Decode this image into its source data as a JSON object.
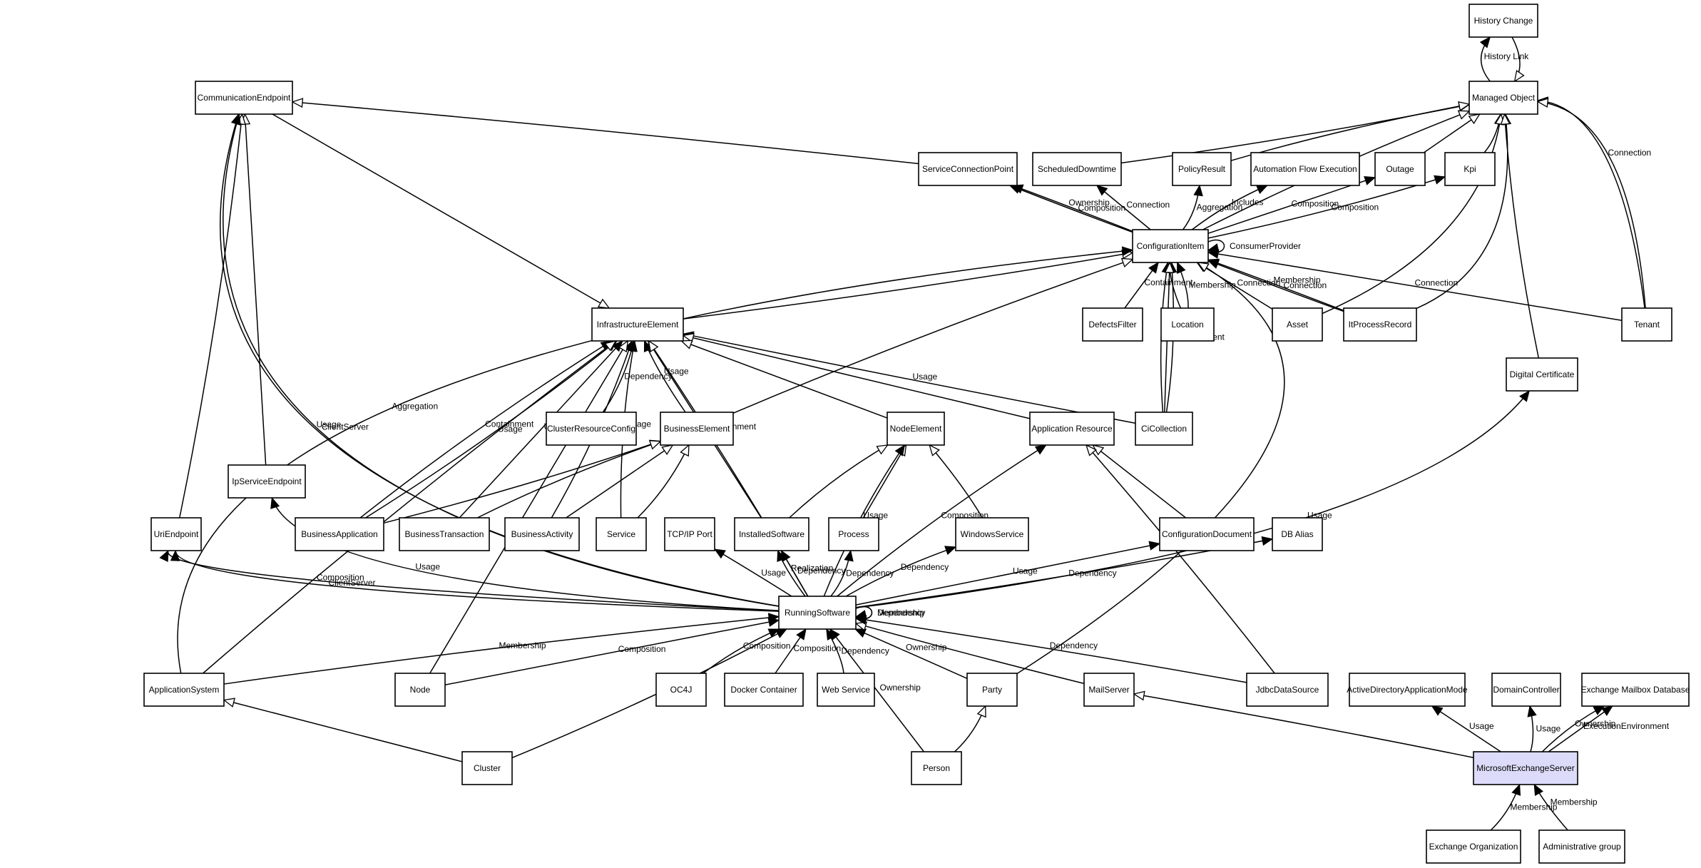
{
  "nodes": [
    {
      "id": "history_change",
      "label": "History Change"
    },
    {
      "id": "managed_object",
      "label": "Managed Object"
    },
    {
      "id": "communication_endpoint",
      "label": "CommunicationEndpoint"
    },
    {
      "id": "service_connection_point",
      "label": "ServiceConnectionPoint"
    },
    {
      "id": "scheduled_downtime",
      "label": "ScheduledDowntime"
    },
    {
      "id": "policy_result",
      "label": "PolicyResult"
    },
    {
      "id": "automation_flow_execution",
      "label": "Automation Flow Execution"
    },
    {
      "id": "outage",
      "label": "Outage"
    },
    {
      "id": "kpi",
      "label": "Kpi"
    },
    {
      "id": "configuration_item",
      "label": "ConfigurationItem"
    },
    {
      "id": "infrastructure_element",
      "label": "InfrastructureElement"
    },
    {
      "id": "defects_filter",
      "label": "DefectsFilter"
    },
    {
      "id": "location",
      "label": "Location"
    },
    {
      "id": "asset",
      "label": "Asset"
    },
    {
      "id": "it_process_record",
      "label": "ItProcessRecord"
    },
    {
      "id": "tenant",
      "label": "Tenant"
    },
    {
      "id": "digital_certificate",
      "label": "Digital Certificate"
    },
    {
      "id": "cluster_resource_config",
      "label": "ClusterResourceConfig"
    },
    {
      "id": "business_element",
      "label": "BusinessElement"
    },
    {
      "id": "node_element",
      "label": "NodeElement"
    },
    {
      "id": "application_resource",
      "label": "Application Resource"
    },
    {
      "id": "ci_collection",
      "label": "CiCollection"
    },
    {
      "id": "ip_service_endpoint",
      "label": "IpServiceEndpoint"
    },
    {
      "id": "uri_endpoint",
      "label": "UriEndpoint"
    },
    {
      "id": "business_application",
      "label": "BusinessApplication"
    },
    {
      "id": "business_transaction",
      "label": "BusinessTransaction"
    },
    {
      "id": "business_activity",
      "label": "BusinessActivity"
    },
    {
      "id": "service",
      "label": "Service"
    },
    {
      "id": "tcp_ip_port",
      "label": "TCP/IP Port"
    },
    {
      "id": "installed_software",
      "label": "InstalledSoftware"
    },
    {
      "id": "process",
      "label": "Process"
    },
    {
      "id": "windows_service",
      "label": "WindowsService"
    },
    {
      "id": "configuration_document",
      "label": "ConfigurationDocument"
    },
    {
      "id": "db_alias",
      "label": "DB Alias"
    },
    {
      "id": "running_software",
      "label": "RunningSoftware"
    },
    {
      "id": "application_system",
      "label": "ApplicationSystem"
    },
    {
      "id": "node",
      "label": "Node"
    },
    {
      "id": "oc4j",
      "label": "OC4J"
    },
    {
      "id": "docker_container",
      "label": "Docker Container"
    },
    {
      "id": "web_service",
      "label": "Web Service"
    },
    {
      "id": "party",
      "label": "Party"
    },
    {
      "id": "mail_server",
      "label": "MailServer"
    },
    {
      "id": "jdbc_data_source",
      "label": "JdbcDataSource"
    },
    {
      "id": "active_directory_application_mode",
      "label": "ActiveDirectoryApplicationMode"
    },
    {
      "id": "domain_controller",
      "label": "DomainController"
    },
    {
      "id": "exchange_mailbox_database",
      "label": "Exchange Mailbox Database"
    },
    {
      "id": "cluster",
      "label": "Cluster"
    },
    {
      "id": "person",
      "label": "Person"
    },
    {
      "id": "microsoft_exchange_server",
      "label": "MicrosoftExchangeServer"
    },
    {
      "id": "exchange_organization",
      "label": "Exchange Organization"
    },
    {
      "id": "administrative_group",
      "label": "Administrative group"
    }
  ],
  "edges": [
    {
      "from": "managed_object",
      "to": "history_change",
      "label": "History Link",
      "head": "fill"
    },
    {
      "from": "history_change",
      "to": "managed_object",
      "label": "",
      "head": "open"
    },
    {
      "from": "scheduled_downtime",
      "to": "managed_object",
      "label": "",
      "head": "open"
    },
    {
      "from": "policy_result",
      "to": "managed_object",
      "label": "",
      "head": "open"
    },
    {
      "from": "outage",
      "to": "managed_object",
      "label": "",
      "head": "open"
    },
    {
      "from": "kpi",
      "to": "managed_object",
      "label": "",
      "head": "open"
    },
    {
      "from": "configuration_item",
      "to": "managed_object",
      "label": "",
      "head": "open"
    },
    {
      "from": "asset",
      "to": "managed_object",
      "label": "",
      "head": "open"
    },
    {
      "from": "it_process_record",
      "to": "managed_object",
      "label": "",
      "head": "open"
    },
    {
      "from": "digital_certificate",
      "to": "managed_object",
      "label": "",
      "head": "open"
    },
    {
      "from": "tenant",
      "to": "managed_object",
      "label": "Connection",
      "head": "fill"
    },
    {
      "from": "tenant",
      "to": "managed_object",
      "label": "",
      "head": "open"
    },
    {
      "from": "service_connection_point",
      "to": "communication_endpoint",
      "label": "",
      "head": "open"
    },
    {
      "from": "communication_endpoint",
      "to": "infrastructure_element",
      "label": "",
      "head": "open"
    },
    {
      "from": "configuration_item",
      "to": "service_connection_point",
      "label": "Composition",
      "head": "fill"
    },
    {
      "from": "configuration_item",
      "to": "service_connection_point",
      "label": "Ownership",
      "head": "fill"
    },
    {
      "from": "configuration_item",
      "to": "scheduled_downtime",
      "label": "Connection",
      "head": "fill"
    },
    {
      "from": "configuration_item",
      "to": "policy_result",
      "label": "Aggregation",
      "head": "fill"
    },
    {
      "from": "configuration_item",
      "to": "automation_flow_execution",
      "label": "Includes",
      "head": "fill"
    },
    {
      "from": "configuration_item",
      "to": "outage",
      "label": "Composition",
      "head": "fill"
    },
    {
      "from": "configuration_item",
      "to": "kpi",
      "label": "Composition",
      "head": "fill"
    },
    {
      "from": "configuration_item",
      "to": "configuration_item",
      "label": "ConsumerProvider",
      "head": "fill"
    },
    {
      "from": "defects_filter",
      "to": "configuration_item",
      "label": "Containment",
      "head": "fill"
    },
    {
      "from": "location",
      "to": "configuration_item",
      "label": "Membership",
      "head": "fill"
    },
    {
      "from": "location",
      "to": "configuration_item",
      "label": "",
      "head": "open"
    },
    {
      "from": "asset",
      "to": "configuration_item",
      "label": "Connection",
      "head": "fill"
    },
    {
      "from": "it_process_record",
      "to": "configuration_item",
      "label": "Connection",
      "head": "fill"
    },
    {
      "from": "it_process_record",
      "to": "configuration_item",
      "label": "Membership",
      "head": "fill"
    },
    {
      "from": "tenant",
      "to": "configuration_item",
      "label": "Connection",
      "head": "fill"
    },
    {
      "from": "ci_collection",
      "to": "configuration_item",
      "label": "Containment",
      "head": "fill"
    },
    {
      "from": "ci_collection",
      "to": "configuration_item",
      "label": "Membership",
      "head": "fill"
    },
    {
      "from": "ci_collection",
      "to": "configuration_item",
      "label": "",
      "head": "open"
    },
    {
      "from": "infrastructure_element",
      "to": "configuration_item",
      "label": "",
      "head": "open"
    },
    {
      "from": "business_element",
      "to": "configuration_item",
      "label": "",
      "head": "open"
    },
    {
      "from": "application_system",
      "to": "configuration_item",
      "label": "Aggregation",
      "head": "fill"
    },
    {
      "from": "party",
      "to": "configuration_item",
      "label": "",
      "head": "open"
    },
    {
      "from": "ci_collection",
      "to": "infrastructure_element",
      "label": "Usage",
      "head": "fill"
    },
    {
      "from": "application_resource",
      "to": "infrastructure_element",
      "label": "",
      "head": "open"
    },
    {
      "from": "cluster_resource_config",
      "to": "infrastructure_element",
      "label": "Dependency",
      "head": "fill"
    },
    {
      "from": "business_element",
      "to": "infrastructure_element",
      "label": "Usage",
      "head": "fill"
    },
    {
      "from": "node_element",
      "to": "infrastructure_element",
      "label": "",
      "head": "open"
    },
    {
      "from": "business_application",
      "to": "infrastructure_element",
      "label": "Usage",
      "head": "fill"
    },
    {
      "from": "business_application",
      "to": "infrastructure_element",
      "label": "Containment",
      "head": "fill"
    },
    {
      "from": "business_transaction",
      "to": "infrastructure_element",
      "label": "Usage",
      "head": "fill"
    },
    {
      "from": "business_activity",
      "to": "infrastructure_element",
      "label": "Usage",
      "head": "fill"
    },
    {
      "from": "service",
      "to": "infrastructure_element",
      "label": "Usage",
      "head": "fill"
    },
    {
      "from": "installed_software",
      "to": "infrastructure_element",
      "label": "Containment",
      "head": "fill"
    },
    {
      "from": "running_software",
      "to": "infrastructure_element",
      "label": "",
      "head": "open"
    },
    {
      "from": "application_system",
      "to": "infrastructure_element",
      "label": "",
      "head": "open"
    },
    {
      "from": "node",
      "to": "infrastructure_element",
      "label": "",
      "head": "open"
    },
    {
      "from": "business_application",
      "to": "business_element",
      "label": "",
      "head": "open"
    },
    {
      "from": "business_transaction",
      "to": "business_element",
      "label": "",
      "head": "open"
    },
    {
      "from": "business_activity",
      "to": "business_element",
      "label": "",
      "head": "open"
    },
    {
      "from": "service",
      "to": "business_element",
      "label": "",
      "head": "open"
    },
    {
      "from": "installed_software",
      "to": "node_element",
      "label": "",
      "head": "open"
    },
    {
      "from": "process",
      "to": "node_element",
      "label": "",
      "head": "open"
    },
    {
      "from": "windows_service",
      "to": "node_element",
      "label": "",
      "head": "open"
    },
    {
      "from": "running_software",
      "to": "node_element",
      "label": "Usage",
      "head": "fill"
    },
    {
      "from": "configuration_document",
      "to": "application_resource",
      "label": "",
      "head": "open"
    },
    {
      "from": "jdbc_data_source",
      "to": "application_resource",
      "label": "",
      "head": "open"
    },
    {
      "from": "running_software",
      "to": "application_resource",
      "label": "Composition",
      "head": "fill"
    },
    {
      "from": "ip_service_endpoint",
      "to": "communication_endpoint",
      "label": "",
      "head": "open"
    },
    {
      "from": "uri_endpoint",
      "to": "communication_endpoint",
      "label": "",
      "head": "open"
    },
    {
      "from": "running_software",
      "to": "communication_endpoint",
      "label": "Usage",
      "head": "fill"
    },
    {
      "from": "running_software",
      "to": "communication_endpoint",
      "label": "ClientServer",
      "head": "fill"
    },
    {
      "from": "running_software",
      "to": "uri_endpoint",
      "label": "ClientServer",
      "head": "fill"
    },
    {
      "from": "running_software",
      "to": "uri_endpoint",
      "label": "Composition",
      "head": "fill"
    },
    {
      "from": "running_software",
      "to": "ip_service_endpoint",
      "label": "Usage",
      "head": "fill"
    },
    {
      "from": "running_software",
      "to": "tcp_ip_port",
      "label": "Usage",
      "head": "fill"
    },
    {
      "from": "running_software",
      "to": "installed_software",
      "label": "Realization",
      "head": "fill"
    },
    {
      "from": "running_software",
      "to": "installed_software",
      "label": "Dependency",
      "head": "fill"
    },
    {
      "from": "running_software",
      "to": "process",
      "label": "Dependency",
      "head": "fill"
    },
    {
      "from": "running_software",
      "to": "windows_service",
      "label": "Dependency",
      "head": "fill"
    },
    {
      "from": "running_software",
      "to": "configuration_document",
      "label": "Usage",
      "head": "fill"
    },
    {
      "from": "running_software",
      "to": "db_alias",
      "label": "Dependency",
      "head": "fill"
    },
    {
      "from": "running_software",
      "to": "digital_certificate",
      "label": "Usage",
      "head": "fill"
    },
    {
      "from": "running_software",
      "to": "running_software",
      "label": "Dependency",
      "head": "fill"
    },
    {
      "from": "running_software",
      "to": "running_software",
      "label": "Membership",
      "head": "fill"
    },
    {
      "from": "application_system",
      "to": "running_software",
      "label": "Membership",
      "head": "fill"
    },
    {
      "from": "node",
      "to": "running_software",
      "label": "Composition",
      "head": "fill"
    },
    {
      "from": "cluster",
      "to": "running_software",
      "label": "Membership",
      "head": "fill"
    },
    {
      "from": "oc4j",
      "to": "running_software",
      "label": "Composition",
      "head": "fill"
    },
    {
      "from": "docker_container",
      "to": "running_software",
      "label": "Composition",
      "head": "fill"
    },
    {
      "from": "web_service",
      "to": "running_software",
      "label": "Dependency",
      "head": "fill"
    },
    {
      "from": "party",
      "to": "running_software",
      "label": "Ownership",
      "head": "fill"
    },
    {
      "from": "person",
      "to": "running_software",
      "label": "Ownership",
      "head": "fill"
    },
    {
      "from": "mail_server",
      "to": "running_software",
      "label": "",
      "head": "open"
    },
    {
      "from": "jdbc_data_source",
      "to": "running_software",
      "label": "Dependency",
      "head": "fill"
    },
    {
      "from": "cluster",
      "to": "application_system",
      "label": "",
      "head": "open"
    },
    {
      "from": "person",
      "to": "party",
      "label": "",
      "head": "open"
    },
    {
      "from": "microsoft_exchange_server",
      "to": "mail_server",
      "label": "",
      "head": "open"
    },
    {
      "from": "microsoft_exchange_server",
      "to": "active_directory_application_mode",
      "label": "Usage",
      "head": "fill"
    },
    {
      "from": "microsoft_exchange_server",
      "to": "domain_controller",
      "label": "Usage",
      "head": "fill"
    },
    {
      "from": "microsoft_exchange_server",
      "to": "exchange_mailbox_database",
      "label": "Ownership",
      "head": "fill"
    },
    {
      "from": "microsoft_exchange_server",
      "to": "exchange_mailbox_database",
      "label": "ExecutionEnvironment",
      "head": "fill"
    },
    {
      "from": "exchange_organization",
      "to": "microsoft_exchange_server",
      "label": "Membership",
      "head": "fill"
    },
    {
      "from": "administrative_group",
      "to": "microsoft_exchange_server",
      "label": "Membership",
      "head": "fill"
    }
  ]
}
